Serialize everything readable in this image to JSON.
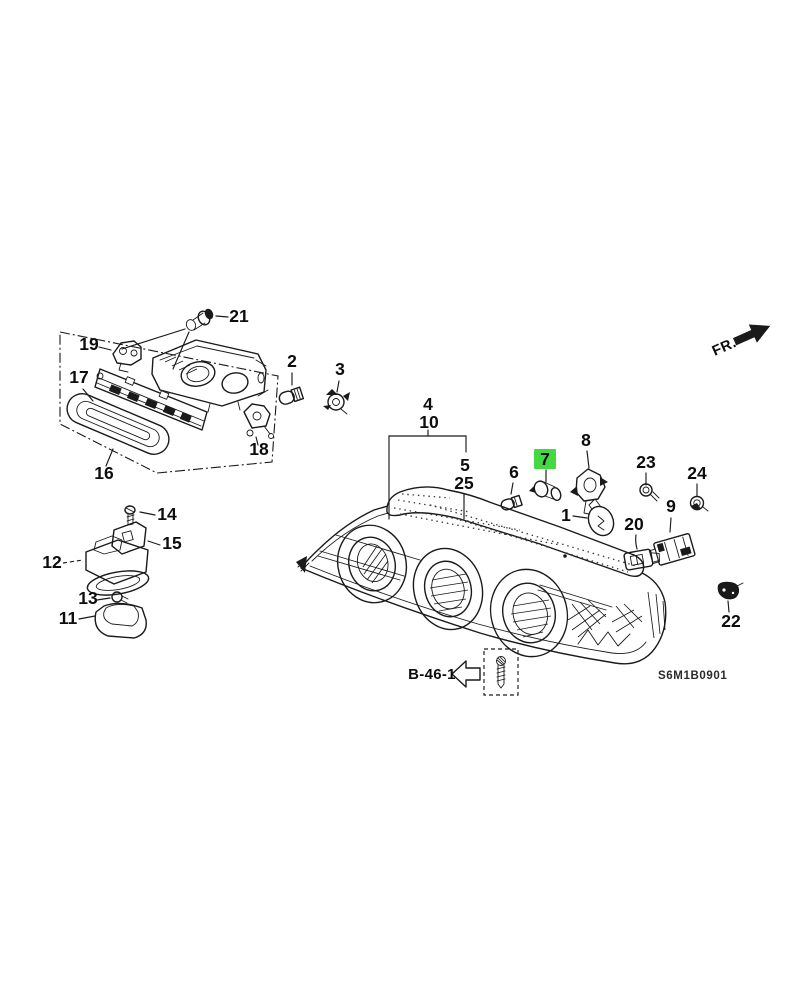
{
  "diagram_code": "S6M1B0901",
  "cross_reference": {
    "label": "B-46-1"
  },
  "direction_indicator": {
    "label": "FR."
  },
  "highlight": {
    "color": "#43d943",
    "text_color": "#0e4a0e",
    "highlighted_part": "7"
  },
  "parts": [
    {
      "num": "1"
    },
    {
      "num": "2"
    },
    {
      "num": "3"
    },
    {
      "num": "4"
    },
    {
      "num": "5"
    },
    {
      "num": "6"
    },
    {
      "num": "7"
    },
    {
      "num": "8"
    },
    {
      "num": "9"
    },
    {
      "num": "10"
    },
    {
      "num": "11"
    },
    {
      "num": "12"
    },
    {
      "num": "13"
    },
    {
      "num": "14"
    },
    {
      "num": "15"
    },
    {
      "num": "16"
    },
    {
      "num": "17"
    },
    {
      "num": "18"
    },
    {
      "num": "19"
    },
    {
      "num": "20"
    },
    {
      "num": "21"
    },
    {
      "num": "22"
    },
    {
      "num": "23"
    },
    {
      "num": "24"
    },
    {
      "num": "25"
    }
  ]
}
